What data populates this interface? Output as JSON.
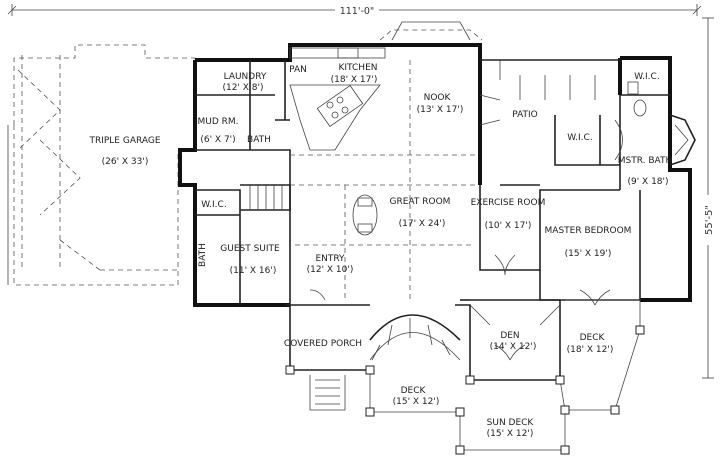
{
  "dimensions": {
    "overall_width": "111'-0\"",
    "overall_depth": "55'-5\""
  },
  "rooms": {
    "garage": {
      "name": "TRIPLE GARAGE",
      "size": "(26' X 33')"
    },
    "laundry": {
      "name": "LAUNDRY",
      "size": "(12' X 8')"
    },
    "pantry": {
      "name": "PAN"
    },
    "kitchen": {
      "name": "KITCHEN",
      "size": "(18' X 17')"
    },
    "nook": {
      "name": "NOOK",
      "size": "(13' X 17')"
    },
    "patio": {
      "name": "PATIO"
    },
    "wic_master": {
      "name": "W.I.C."
    },
    "wic_2": {
      "name": "W.I.C."
    },
    "mud": {
      "name": "MUD RM.",
      "size": "(6' X 7')"
    },
    "bath": {
      "name": "BATH"
    },
    "mstr_bath": {
      "name": "MSTR. BATH",
      "size": "(9' X 18')"
    },
    "great_room": {
      "name": "GREAT ROOM",
      "size": "(17' X 24')"
    },
    "exercise": {
      "name": "EXERCISE ROOM",
      "size": "(10' X 17')"
    },
    "master_bedroom": {
      "name": "MASTER BEDROOM",
      "size": "(15' X 19')"
    },
    "wic_guest": {
      "name": "W.I.C."
    },
    "guest_bath": {
      "name": "BATH"
    },
    "guest_suite": {
      "name": "GUEST SUITE",
      "size": "(11' X 16')"
    },
    "entry": {
      "name": "ENTRY",
      "size": "(12' X 10')"
    },
    "den": {
      "name": "DEN",
      "size": "(14' X 12')"
    },
    "deck_master": {
      "name": "DECK",
      "size": "(18' X 12')"
    },
    "covered_porch": {
      "name": "COVERED PORCH"
    },
    "deck_front": {
      "name": "DECK",
      "size": "(15' X 12')"
    },
    "sun_deck": {
      "name": "SUN DECK",
      "size": "(15' X 12')"
    }
  }
}
